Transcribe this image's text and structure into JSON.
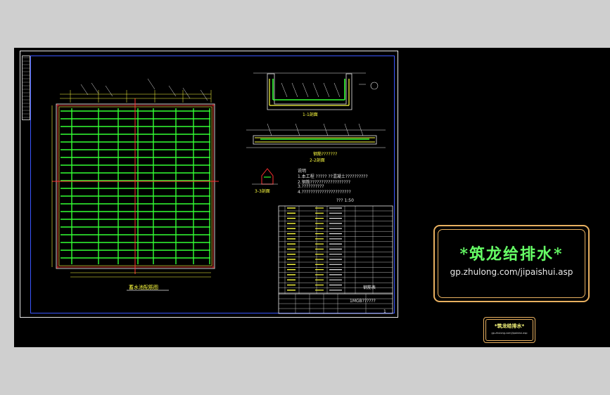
{
  "drawing": {
    "plan_title": "蓄水池配筋图",
    "section_1_label": "1-1剖面",
    "section_2_label": "2-2剖面",
    "section_3_label": "3-3剖面",
    "detail_note": "钢筋???????",
    "notes_heading": "说明",
    "notes": [
      "1.本工程 ?????  ??混凝土??????????",
      "2.钢筋??????????????????",
      "3.??????????",
      "4.??????????????????????"
    ],
    "scale_note": "??? 1:50",
    "table_title_row": "钢筋表",
    "title_block_name": "1MGB??????",
    "title_block_number": "1"
  },
  "logo": {
    "title": "*筑龙给排水*",
    "url": "gp.zhulong.com/jipaishui.asp"
  },
  "badge": {
    "title": "*筑龙给排水*",
    "url": "gp.zhulong.com/jipaishui.asp"
  },
  "colors": {
    "background": "#000000",
    "outer_bg": "#cfcfcf",
    "frame": "#3a56ff",
    "rebar": "#33ff33",
    "dimension": "#ffff40",
    "axis": "#ff3030",
    "logo_border": "#e8b060"
  }
}
